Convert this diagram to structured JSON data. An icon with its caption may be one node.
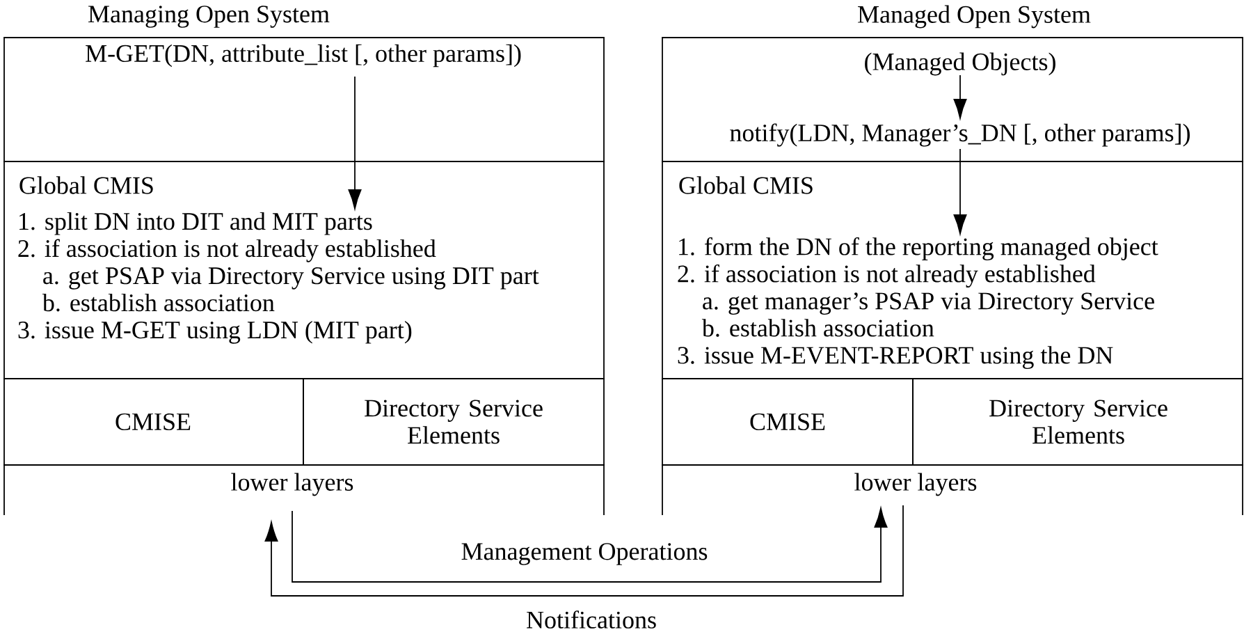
{
  "diagram": {
    "nodes": [
      {
        "text": [
          "M-GET(DN, attribute_list [, other params])"
        ]
      },
      {
        "text": [],
        "shape": "box"
      },
      {
        "text": [
          "Global CMIS"
        ],
        "in": 1
      },
      {
        "text": [
          "1. split DN into DIT and MIT parts",
          "2. if association is not already established",
          "a. get PSAP via Directory Service using DIT part",
          "b. establish association",
          "3. issue M-GET using LDN (MIT part)"
        ],
        "in": 1
      },
      {
        "text": [
          "CMISE"
        ]
      },
      {
        "text": [
          "Directory Service Elements"
        ]
      },
      {
        "text": [
          "lower layers"
        ]
      },
      {
        "text": [],
        "shape": "box"
      },
      {
        "text": [
          "(Managed Objects)"
        ],
        "in": 7
      },
      {
        "text": [
          "notify(LDN, Manager’s_DN [, other params])"
        ],
        "in": 7
      },
      {
        "text": [],
        "shape": "box"
      },
      {
        "text": [
          "Global CMIS"
        ],
        "in": 10
      },
      {
        "text": [
          "1. form the DN of the reporting managed object",
          "2. if association is not already established",
          "a. get manager’s PSAP via Directory Service",
          "b. establish association",
          "3. issue M-EVENT-REPORT using the DN"
        ],
        "in": 10
      },
      {
        "text": [
          "CMISE"
        ]
      },
      {
        "text": [
          "Directory Service Elements"
        ]
      },
      {
        "text": [
          "lower layers"
        ]
      }
    ],
    "edges": [
      {
        "from": 0,
        "to": 3,
        "arrow": "to"
      },
      {
        "from": 8,
        "to": 9,
        "arrow": "to"
      },
      {
        "from": 9,
        "to": 12,
        "arrow": "to"
      },
      {
        "from": 6,
        "to": 15,
        "arrow": "to",
        "label": "Management Operations"
      },
      {
        "from": 15,
        "to": 6,
        "arrow": "to",
        "label": "Notifications"
      }
    ],
    "labels": [
      "Managing Open System",
      "Managed Open System"
    ]
  }
}
